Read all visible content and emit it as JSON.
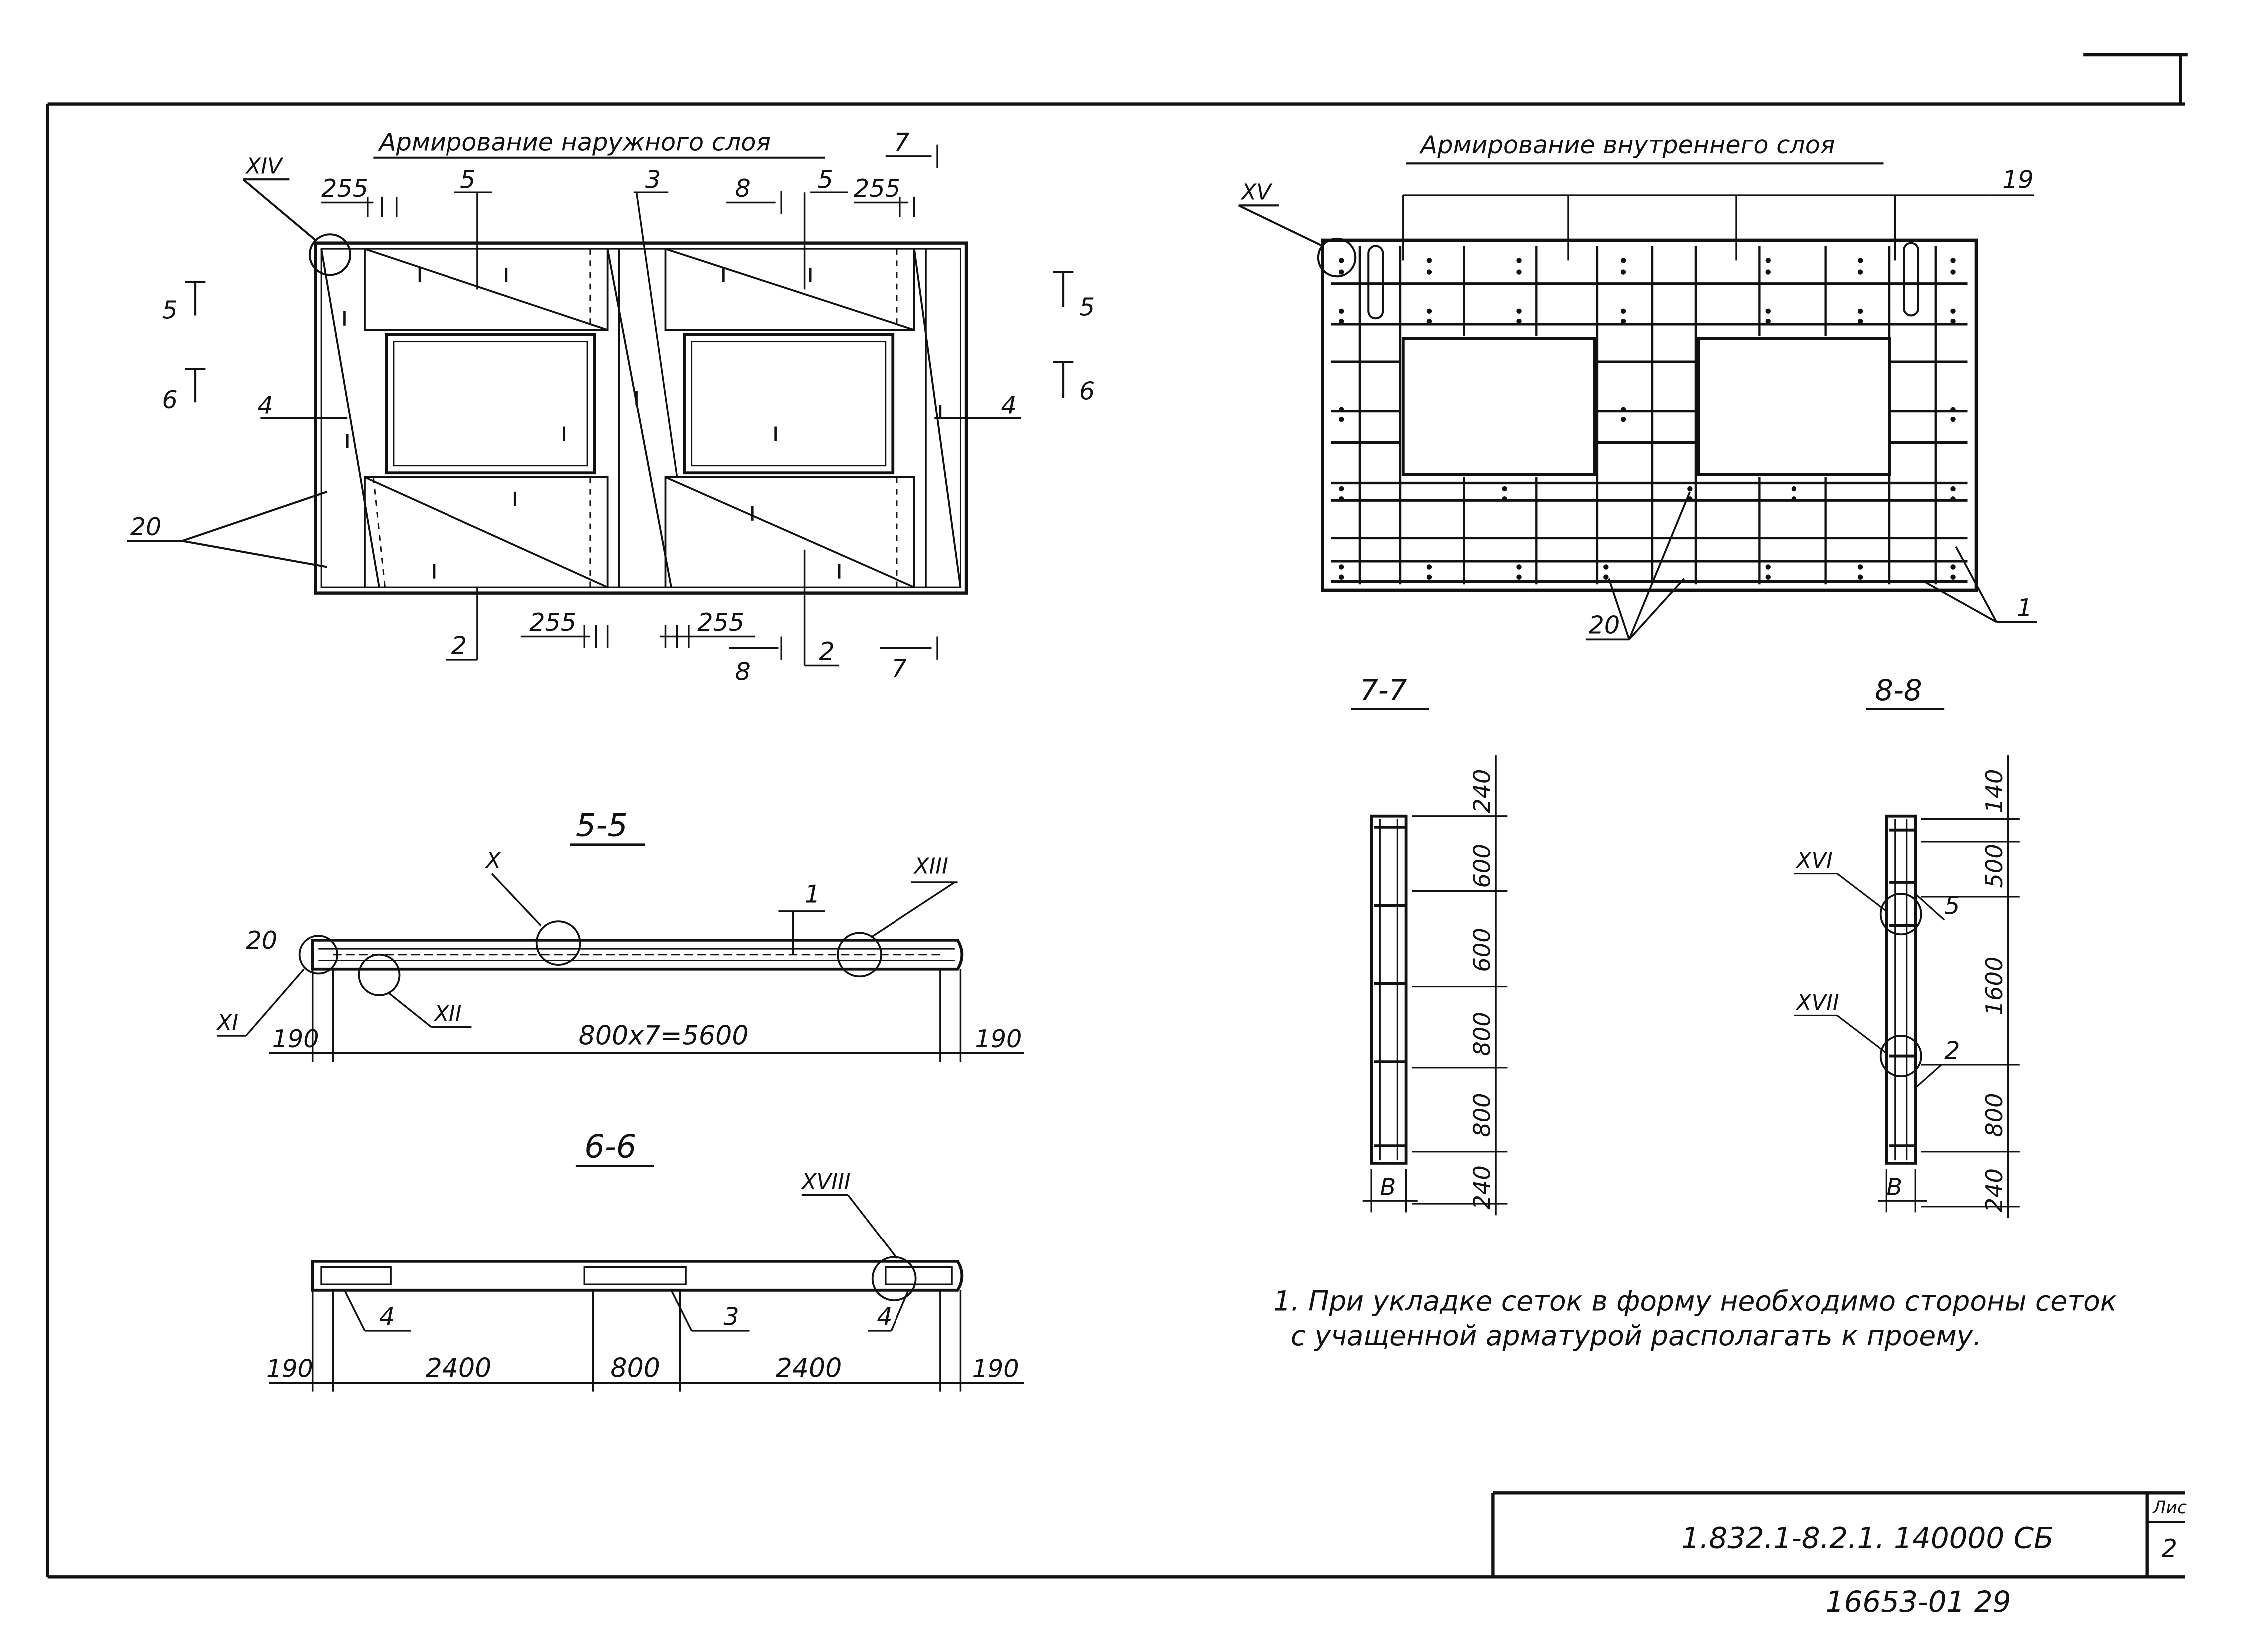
{
  "outer_layer": {
    "title": "Армирование наружного слоя",
    "mark_xiv": "XIV",
    "dim_255": "255",
    "pos_5": "5",
    "pos_3": "3",
    "pos_8": "8",
    "pos_7": "7",
    "pos_4": "4",
    "pos_20": "20",
    "pos_2": "2",
    "cut_5": "5",
    "cut_6": "6"
  },
  "inner_layer": {
    "title": "Армирование внутреннего слоя",
    "mark_xv": "XV",
    "pos_19": "19",
    "pos_20": "20",
    "pos_1": "1"
  },
  "section_5_5": {
    "title": "5-5",
    "pos_20": "20",
    "pos_1": "1",
    "mark_x": "X",
    "mark_xi": "XI",
    "mark_xii": "XII",
    "mark_xiii": "XIII",
    "dim_end": "190",
    "dim_main": "800x7=5600"
  },
  "section_6_6": {
    "title": "6-6",
    "mark_xviii": "XVIII",
    "pos_4": "4",
    "pos_3": "3",
    "dim_end": "190",
    "dim_2400": "2400",
    "dim_800": "800"
  },
  "section_7_7": {
    "title": "7-7",
    "dims": [
      "240",
      "600",
      "600",
      "800",
      "800",
      "240"
    ],
    "width_label": "B"
  },
  "section_8_8": {
    "title": "8-8",
    "dims": [
      "140",
      "500",
      "1600",
      "800",
      "240"
    ],
    "mark_xvi": "XVI",
    "mark_xvii": "XVII",
    "pos_5": "5",
    "pos_2": "2",
    "width_label": "B"
  },
  "note": {
    "line1": "1. При укладке сеток в форму необходимо стороны сеток",
    "line2": "с учащенной арматурой располагать к проему."
  },
  "title_block": {
    "code": "1.832.1-8.2.1. 140000 СБ",
    "sheet_label": "Лис",
    "sheet_no": "2",
    "archive_no": "16653-01 29"
  }
}
